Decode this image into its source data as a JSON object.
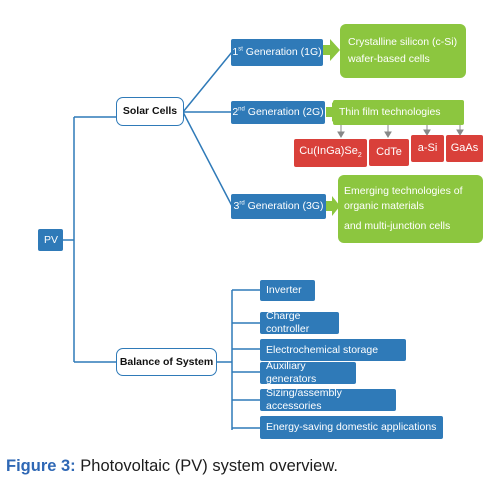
{
  "root": {
    "label": "PV"
  },
  "solar_cells": {
    "label": "Solar Cells"
  },
  "balance_of_system": {
    "label": "Balance of System"
  },
  "generations": {
    "g1": {
      "label": "1st Generation (1G)",
      "label_prefix": "1",
      "label_sup": "st",
      "label_rest": " Generation (1G)",
      "desc_line1": "Crystalline silicon (c-Si)",
      "desc_line2": "wafer-based cells"
    },
    "g2": {
      "label": "2nd Generation (2G)",
      "label_prefix": "2",
      "label_sup": "nd",
      "label_rest": " Generation (2G)",
      "desc": "Thin film technologies"
    },
    "g3": {
      "label": "3rd Generation (3G)",
      "label_prefix": "3",
      "label_sup": "rd",
      "label_rest": " Generation (3G)",
      "desc_line1": "Emerging technologies of",
      "desc_line2": "organic materials",
      "desc_line3": "and multi-junction cells"
    }
  },
  "thin_film_materials": {
    "cigs": {
      "main": "Cu(InGa)Se",
      "sub": "2"
    },
    "cdte": "CdTe",
    "asi": "a-Si",
    "gaas": "GaAs"
  },
  "bos_items": [
    "Inverter",
    "Charge controller",
    "Electrochemical storage",
    "Auxiliary generators",
    "Sizing/assembly accessories",
    "Energy-saving domestic applications"
  ],
  "caption": {
    "label": "Figure 3:",
    "text": " Photovoltaic (PV) system overview."
  },
  "colors": {
    "blue": "#2f7ab8",
    "green": "#8cc63f",
    "red": "#d9403a",
    "caption_blue": "#2f68b5"
  }
}
